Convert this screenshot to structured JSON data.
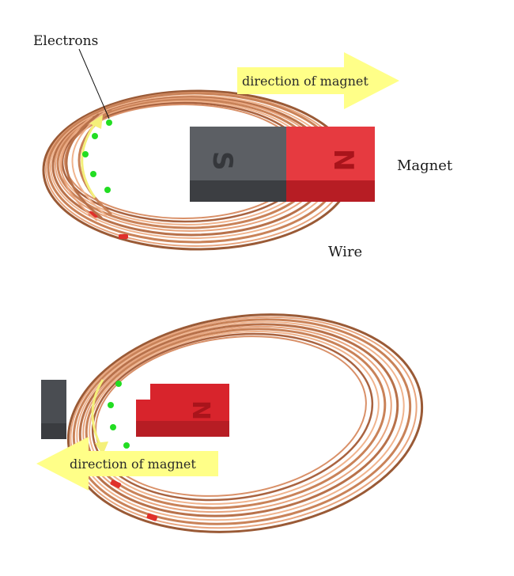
{
  "top_panel": {
    "electrons_label": "Electrons",
    "magnet_label": "Magnet",
    "wire_label": "Wire",
    "arrow_label": "direction of magnet",
    "arrow_direction": "right"
  },
  "bottom_panel": {
    "arrow_label": "direction of magnet",
    "arrow_direction": "left"
  },
  "magnet": {
    "south_letter": "S",
    "north_letter": "N",
    "south_color": "#4a4d52",
    "north_color": "#d8242c"
  },
  "colors": {
    "copper": "#c98258",
    "copper_light": "#f0b48e",
    "copper_dark": "#9a5a36",
    "electron": "#22dd22",
    "current_arrow": "#f4f07a",
    "motion_arrow": "#ffff88",
    "wire_tip": "#e0302a"
  }
}
